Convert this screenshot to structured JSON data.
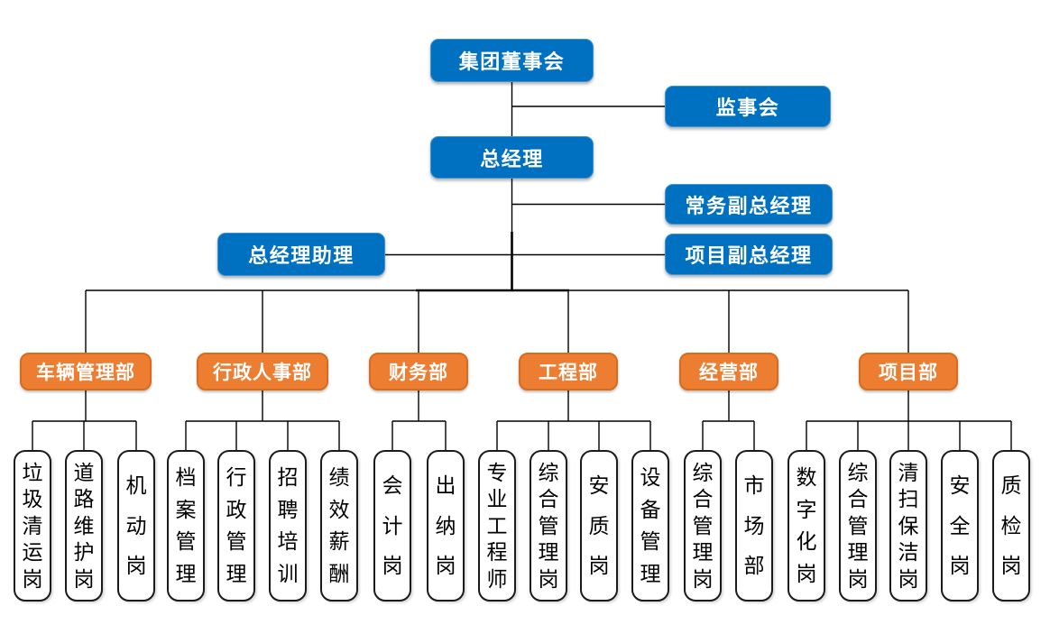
{
  "colors": {
    "box_blue": "#0070C0",
    "box_orange": "#ED7D31",
    "position_box_bg": "#FFFFFF",
    "position_box_border": "#1B1B1B",
    "line": "#000000"
  },
  "org": {
    "board": "集团董事会",
    "supervisory": "监事会",
    "general_manager": "总经理",
    "executive_deputy_gm": "常务副总经理",
    "gm_assistant": "总经理助理",
    "project_deputy_gm": "项目副总经理",
    "departments": [
      {
        "label": "车辆管理部",
        "positions": [
          "垃圾清运岗",
          "道路维护岗",
          "机动岗"
        ]
      },
      {
        "label": "行政人事部",
        "positions": [
          "档案管理",
          "行政管理",
          "招聘培训",
          "绩效薪酬"
        ]
      },
      {
        "label": "财务部",
        "positions": [
          "会计岗",
          "出纳岗"
        ]
      },
      {
        "label": "工程部",
        "positions": [
          "专业工程师",
          "综合管理岗",
          "安质岗",
          "设备管理"
        ]
      },
      {
        "label": "经营部",
        "positions": [
          "综合管理岗",
          "市场部"
        ]
      },
      {
        "label": "项目部",
        "positions": [
          "数字化岗",
          "综合管理岗",
          "清扫保洁岗",
          "安全岗",
          "质检岗"
        ]
      }
    ]
  }
}
